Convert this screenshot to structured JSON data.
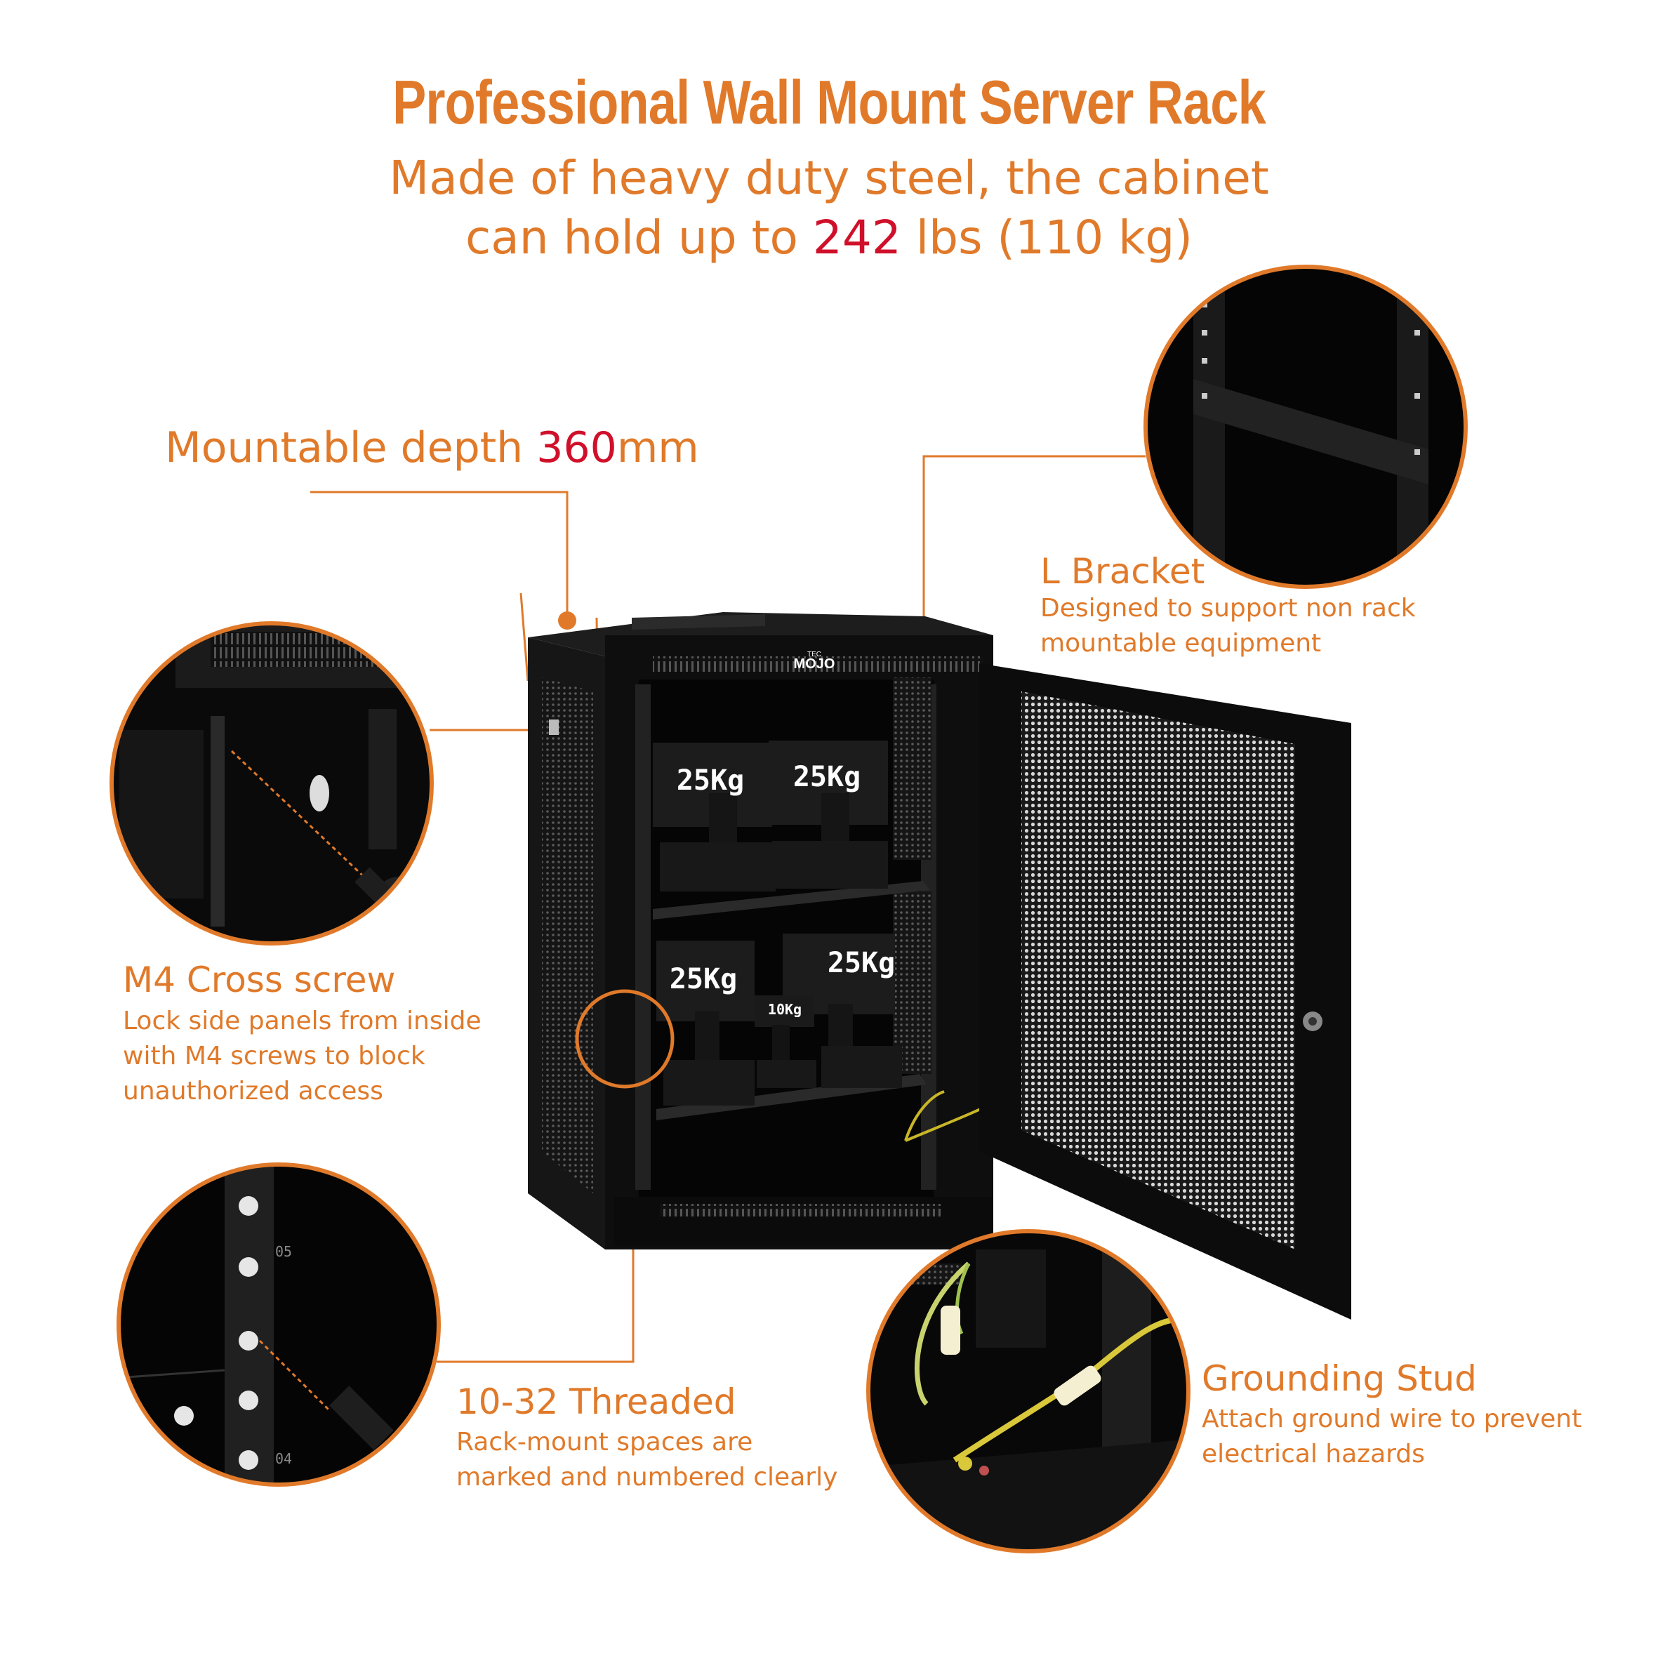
{
  "header": {
    "title": "Professional Wall Mount Server Rack",
    "subtitle_line1": "Made of heavy duty steel, the cabinet",
    "subtitle_line2_pre": "can hold up to ",
    "subtitle_line2_number": "242",
    "subtitle_line2_post": " lbs (110 kg)"
  },
  "depth": {
    "pre": "Mountable depth ",
    "number": "360",
    "unit": "mm"
  },
  "product": {
    "brand_small": "TEC",
    "brand": "MOJO",
    "weights": [
      "25Kg",
      "25Kg",
      "25Kg",
      "25Kg",
      "10Kg"
    ]
  },
  "callouts": {
    "l_bracket": {
      "title": "L Bracket",
      "desc": [
        "Designed to support non rack",
        "mountable equipment"
      ]
    },
    "m4_screw": {
      "title": "M4 Cross screw",
      "desc": [
        "Lock side panels from inside",
        "with M4 screws to block",
        "unauthorized access"
      ]
    },
    "threaded": {
      "title": "10-32 Threaded",
      "desc": [
        "Rack-mount spaces are",
        "marked and numbered clearly"
      ],
      "rail_numbers": [
        "05",
        "04"
      ]
    },
    "grounding": {
      "title": "Grounding Stud",
      "desc": [
        "Attach ground wire to prevent",
        "electrical hazards"
      ]
    }
  },
  "colors": {
    "accent": "#e07a2a",
    "highlight": "#d0102a",
    "cabinet": "#111111",
    "background": "#ffffff"
  }
}
